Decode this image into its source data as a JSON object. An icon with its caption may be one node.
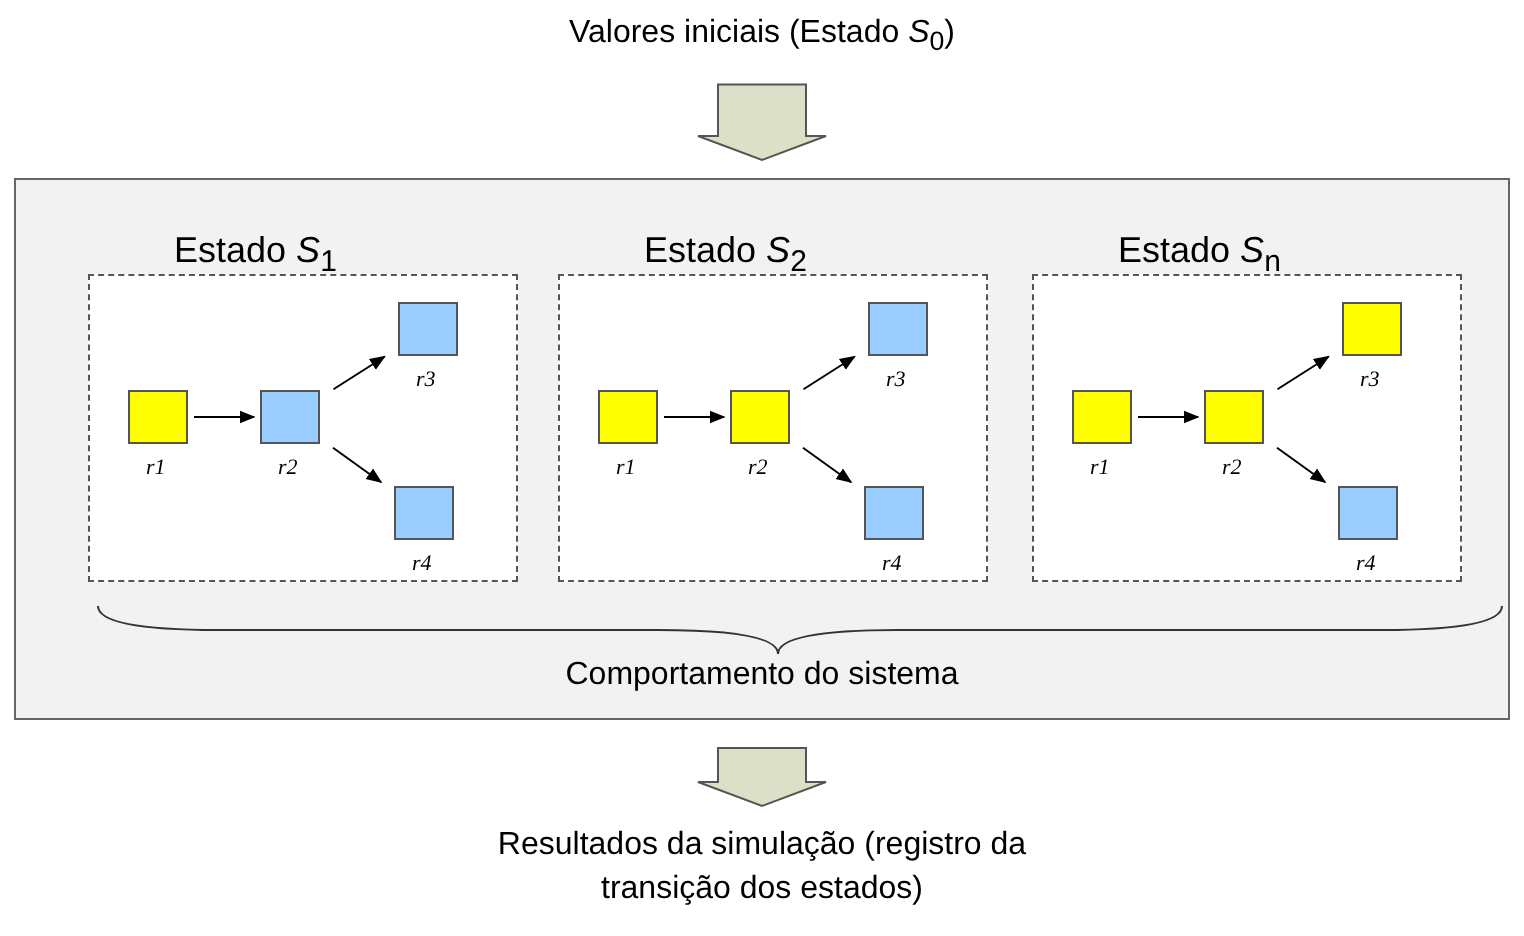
{
  "diagram": {
    "nodes": [
      {
        "text": [
          "Valores iniciais (Estado *S*$_{0}$)"
        ]
      },
      {
        "text": [
          "Comportamento do sistema"
        ]
      },
      {
        "text": [
          "Estado *S*$_{1}$"
        ],
        "in": 1
      },
      {
        "text": [
          "r1"
        ],
        "in": 2
      },
      {
        "text": [
          "r2"
        ],
        "in": 2
      },
      {
        "text": [
          "r3"
        ],
        "in": 2
      },
      {
        "text": [
          "r4"
        ],
        "in": 2
      },
      {
        "text": [
          "Estado *S*$_{2}$"
        ],
        "in": 1
      },
      {
        "text": [
          "r1"
        ],
        "in": 7
      },
      {
        "text": [
          "r2"
        ],
        "in": 7
      },
      {
        "text": [
          "r3"
        ],
        "in": 7
      },
      {
        "text": [
          "r4"
        ],
        "in": 7
      },
      {
        "text": [
          "Estado *S*$_{n}$"
        ],
        "in": 1
      },
      {
        "text": [
          "r1"
        ],
        "in": 12
      },
      {
        "text": [
          "r2"
        ],
        "in": 12
      },
      {
        "text": [
          "r3"
        ],
        "in": 12
      },
      {
        "text": [
          "r4"
        ],
        "in": 12
      },
      {
        "text": [
          "Resultados da simulação (registro da transição dos estados)"
        ]
      }
    ],
    "edges": [
      {
        "from": 0,
        "to": 1,
        "arrow": "to",
        "style": "thick"
      },
      {
        "from": 3,
        "to": 4,
        "arrow": "to"
      },
      {
        "from": 4,
        "to": 5,
        "arrow": "to"
      },
      {
        "from": 4,
        "to": 6,
        "arrow": "to"
      },
      {
        "from": 8,
        "to": 9,
        "arrow": "to"
      },
      {
        "from": 9,
        "to": 10,
        "arrow": "to"
      },
      {
        "from": 9,
        "to": 11,
        "arrow": "to"
      },
      {
        "from": 13,
        "to": 14,
        "arrow": "to"
      },
      {
        "from": 14,
        "to": 15,
        "arrow": "to"
      },
      {
        "from": 14,
        "to": 16,
        "arrow": "to"
      },
      {
        "from": 1,
        "to": 17,
        "arrow": "to",
        "style": "thick"
      }
    ]
  }
}
